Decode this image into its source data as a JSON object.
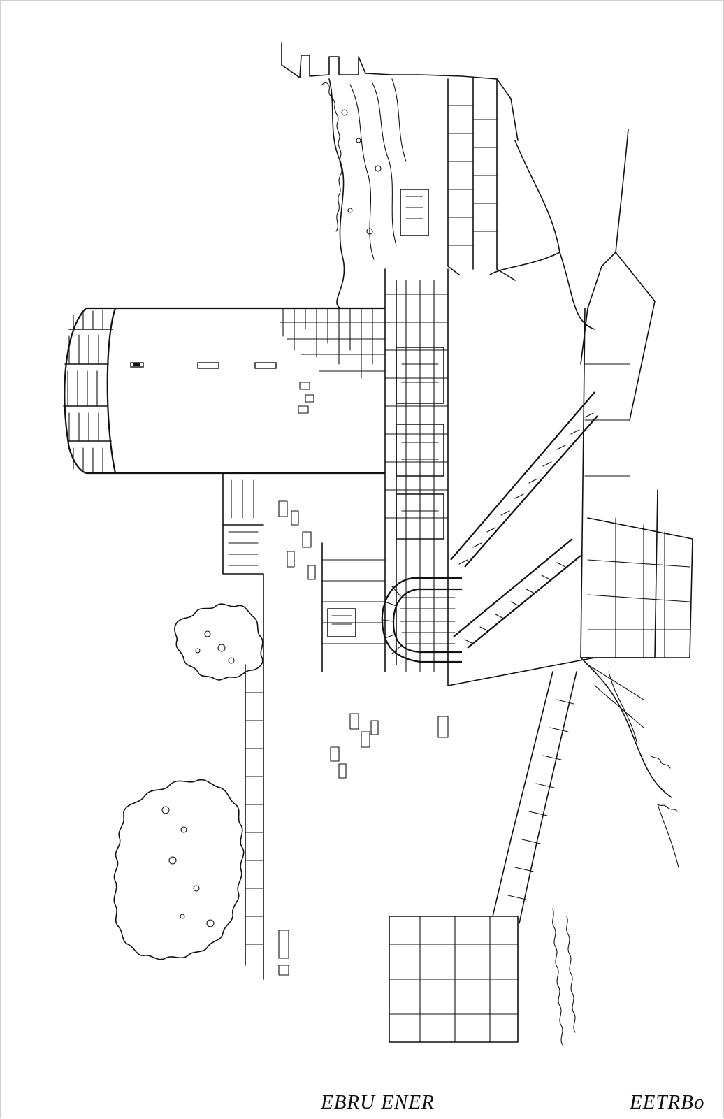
{
  "page": {
    "background": "#ffffff",
    "ink_color": "#111111"
  },
  "illustration": {
    "kind": "pen-and-ink sketch of a stone castle tower and gateway",
    "orientation": "rotated 90 degrees"
  },
  "captions": {
    "left_name": "EBRU ENER",
    "right_name": "EETRBo"
  }
}
